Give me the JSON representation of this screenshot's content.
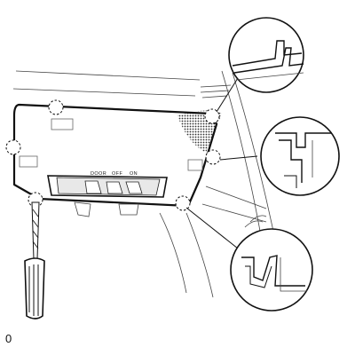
{
  "illustration": {
    "switch_labels": [
      "DOOR",
      "OFF",
      "ON"
    ],
    "corner_mark": "0"
  }
}
